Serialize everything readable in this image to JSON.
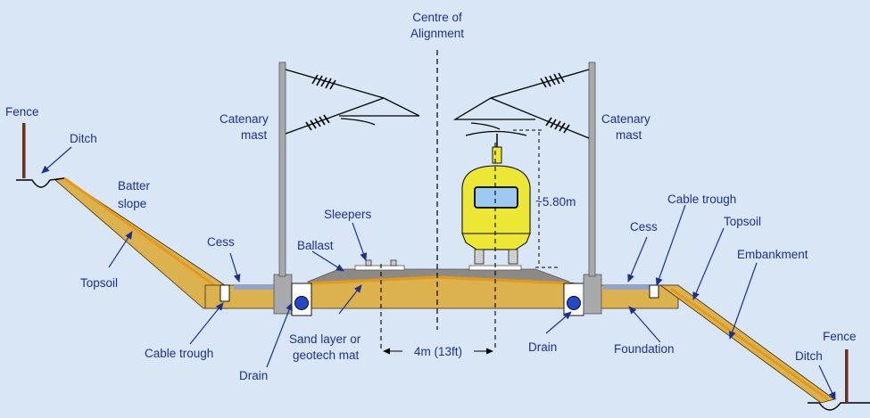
{
  "labels": {
    "centre": [
      "Centre of",
      "Alignment"
    ],
    "fence_left": "Fence",
    "ditch_left": "Ditch",
    "batter_slope": [
      "Batter",
      "slope"
    ],
    "topsoil_left": "Topsoil",
    "catenary_left": [
      "Catenary",
      "mast"
    ],
    "catenary_right": [
      "Catenary",
      "mast"
    ],
    "sleepers": "Sleepers",
    "ballast": "Ballast",
    "cess_left": "Cess",
    "cable_trough_left": "Cable trough",
    "drain_left": "Drain",
    "sand_layer": [
      "Sand layer or",
      "geotech mat"
    ],
    "track_width": "4m (13ft)",
    "height": "~5.80m",
    "cess_right": "Cess",
    "cable_trough_right": "Cable trough",
    "topsoil_right": "Topsoil",
    "embankment": "Embankment",
    "drain_right": "Drain",
    "foundation": "Foundation",
    "fence_right": "Fence",
    "ditch_right": "Ditch"
  },
  "colors": {
    "background": "#d8e6f6",
    "ground": "#dcb24f",
    "ballast": "#8d8a86",
    "sand_layer": "#e39a1a",
    "mast": "#a7a9ab",
    "drain": "#2348c8",
    "train_body": "#ece634",
    "train_window": "#9ec9f0",
    "label": "#1f2f8f",
    "fence_post": "#6b3217"
  }
}
